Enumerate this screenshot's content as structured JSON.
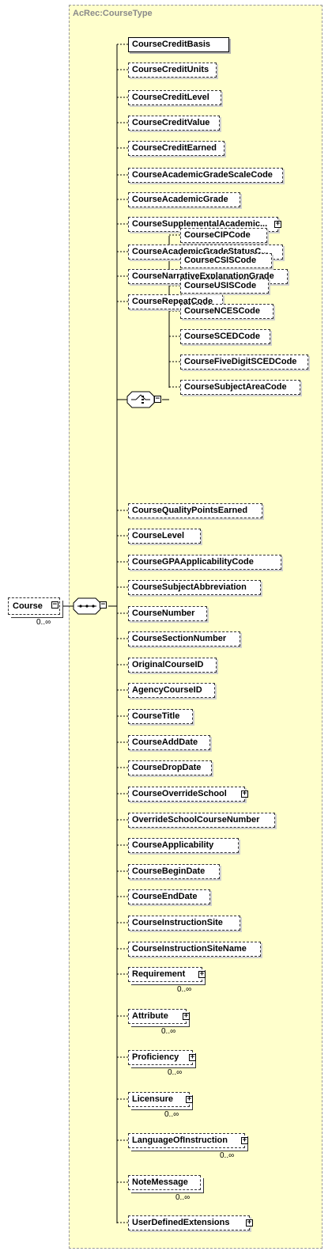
{
  "type_name": "AcRec:CourseType",
  "root": {
    "label": "Course",
    "cardinality": "0..∞",
    "toggle": "−"
  },
  "sequence_toggle": "−",
  "choice_toggle": "−",
  "choice_elements": [
    {
      "label": "CourseCIPCode"
    },
    {
      "label": "CourseCSISCode"
    },
    {
      "label": "CourseUSISCode"
    },
    {
      "label": "CourseNCESCode"
    },
    {
      "label": "CourseSCEDCode"
    },
    {
      "label": "CourseFiveDigitSCEDCode"
    },
    {
      "label": "CourseSubjectAreaCode"
    }
  ],
  "elements": [
    {
      "label": "CourseCreditBasis",
      "required": true
    },
    {
      "label": "CourseCreditUnits"
    },
    {
      "label": "CourseCreditLevel"
    },
    {
      "label": "CourseCreditValue"
    },
    {
      "label": "CourseCreditEarned"
    },
    {
      "label": "CourseAcademicGradeScaleCode"
    },
    {
      "label": "CourseAcademicGrade"
    },
    {
      "label": "CourseSupplementalAcademic...",
      "expand": "+"
    },
    {
      "label": "CourseAcademicGradeStatusC..."
    },
    {
      "label": "CourseNarrativeExplanationGrade"
    },
    {
      "label": "CourseRepeatCode"
    },
    {
      "label": "CourseQualityPointsEarned"
    },
    {
      "label": "CourseLevel"
    },
    {
      "label": "CourseGPAApplicabilityCode"
    },
    {
      "label": "CourseSubjectAbbreviation"
    },
    {
      "label": "CourseNumber"
    },
    {
      "label": "CourseSectionNumber"
    },
    {
      "label": "OriginalCourseID"
    },
    {
      "label": "AgencyCourseID"
    },
    {
      "label": "CourseTitle"
    },
    {
      "label": "CourseAddDate"
    },
    {
      "label": "CourseDropDate"
    },
    {
      "label": "CourseOverrideSchool",
      "expand": "+"
    },
    {
      "label": "OverrideSchoolCourseNumber"
    },
    {
      "label": "CourseApplicability"
    },
    {
      "label": "CourseBeginDate"
    },
    {
      "label": "CourseEndDate"
    },
    {
      "label": "CourseInstructionSite"
    },
    {
      "label": "CourseInstructionSiteName"
    },
    {
      "label": "Requirement",
      "expand": "+",
      "cardinality": "0..∞"
    },
    {
      "label": "Attribute",
      "expand": "+",
      "cardinality": "0..∞"
    },
    {
      "label": "Proficiency",
      "expand": "+",
      "cardinality": "0..∞"
    },
    {
      "label": "Licensure",
      "expand": "+",
      "cardinality": "0..∞"
    },
    {
      "label": "LanguageOfInstruction",
      "expand": "+",
      "cardinality": "0..∞"
    },
    {
      "label": "NoteMessage",
      "cardinality": "0..∞"
    },
    {
      "label": "UserDefinedExtensions",
      "expand": "+"
    }
  ]
}
